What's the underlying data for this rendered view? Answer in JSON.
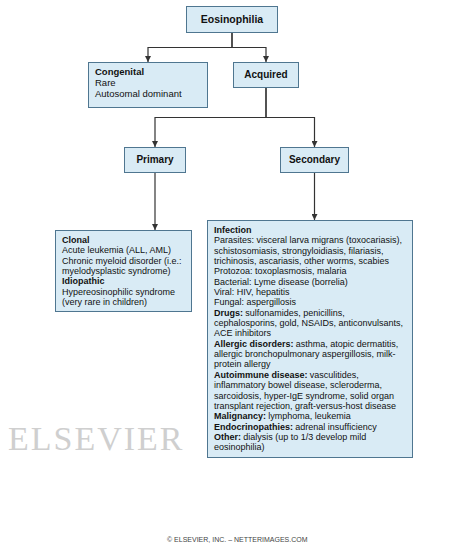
{
  "diagram": {
    "nodes": [
      {
        "text": [
          "Eosinophilia"
        ]
      },
      {
        "text": [
          "Congenital",
          "Rare",
          "Autosomal dominant"
        ]
      },
      {
        "text": [
          "Acquired"
        ]
      },
      {
        "text": [
          "Primary"
        ]
      },
      {
        "text": [
          "Secondary"
        ]
      },
      {
        "text": [
          "Clonal",
          "Acute leukemia (ALL, AML)",
          "Chronic myeloid disorder (i.e.: myelodysplastic syndrome)",
          "Idiopathic",
          "Hypereosinophilic syndrome (very rare in children)"
        ]
      },
      {
        "text": [
          "Infection",
          "Parasites: visceral larva migrans (toxocariasis), schistosomiasis, strongyloidiasis, filariasis, trichinosis, ascariasis, other worms, scabies",
          "Protozoa: toxoplasmosis, malaria",
          "Bacterial: Lyme disease (borrelia)",
          "Viral: HIV, hepatitis",
          "Fungal: aspergillosis",
          "Drugs:",
          "sulfonamides, penicillins, cephalosporins, gold, NSAIDs, anticonvulsants, ACE inhibitors",
          "Allergic disorders:",
          "asthma, atopic dermatitis, allergic bronchopulmonary aspergillosis, milk-protein allergy",
          "Autoimmune disease:",
          "vasculitides, inflammatory bowel disease, scleroderma, sarcoidosis, hyper-IgE syndrome, solid organ transplant rejection, graft-versus-host disease",
          "Malignancy:",
          "lymphoma, leukemia",
          "Endocrinopathies:",
          "adrenal insufficiency",
          "Other:",
          "dialysis (up to 1/3 develop mild eosinophilia)"
        ]
      }
    ],
    "edges": [
      {
        "from": 0,
        "to": 1,
        "arrow": "to"
      },
      {
        "from": 0,
        "to": 2,
        "arrow": "to"
      },
      {
        "from": 2,
        "to": 3,
        "arrow": "to"
      },
      {
        "from": 2,
        "to": 4,
        "arrow": "to"
      },
      {
        "from": 3,
        "to": 5,
        "arrow": "to"
      },
      {
        "from": 4,
        "to": 6,
        "arrow": "to"
      }
    ],
    "labels": [
      "ELSEVIER",
      "© ELSEVIER, INC. – NETTERIMAGES.COM"
    ]
  }
}
